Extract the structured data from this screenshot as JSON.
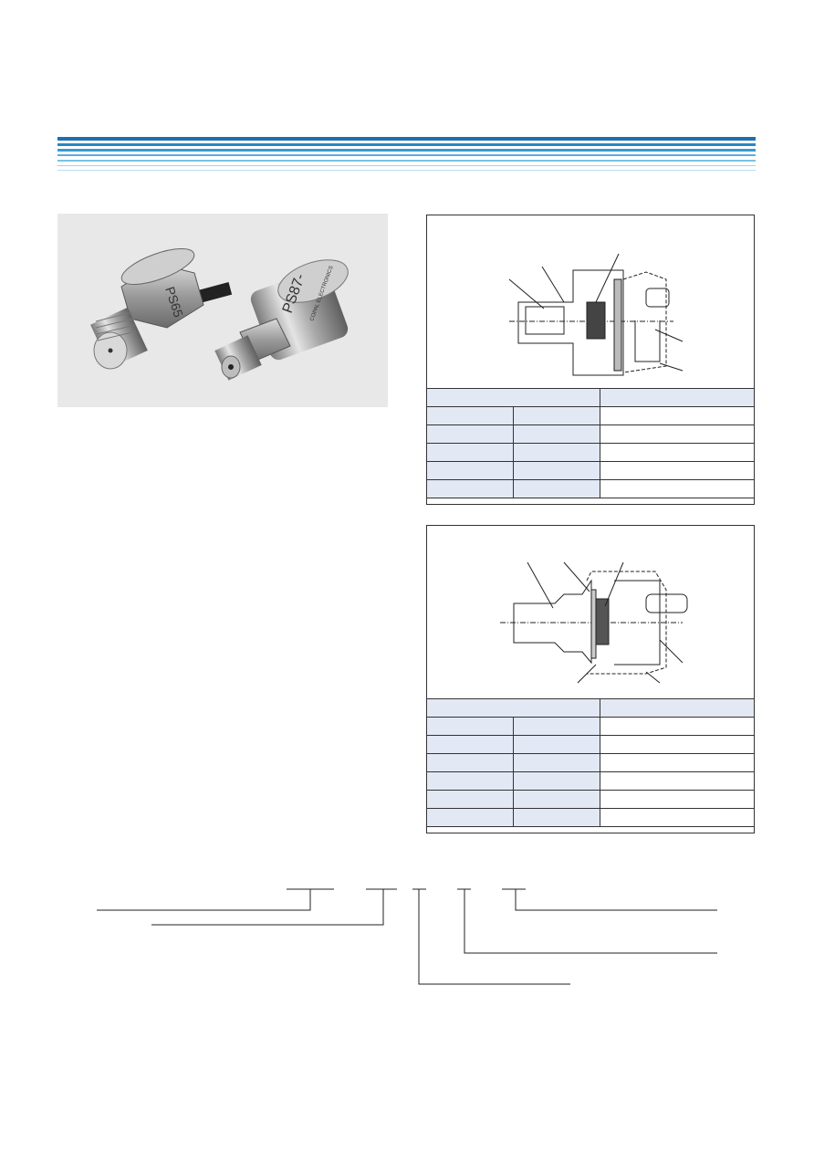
{
  "header": {
    "stripe_colors": [
      "#1b6fb3",
      "#2a86c6",
      "#3c9ad3",
      "#5aaedc",
      "#7bc2e4",
      "#9dd4ea"
    ]
  },
  "photo": {
    "background": "#e8e8e8",
    "sensor_left": {
      "marking": "PS65"
    },
    "sensor_right": {
      "marking": "PS87-",
      "brand": "COPAL ELECTRONICS"
    }
  },
  "structure_1": {
    "rows": 5
  },
  "structure_2": {
    "rows": 6
  },
  "colors": {
    "table_shade": "#e3e8f5",
    "line": "#333333"
  }
}
